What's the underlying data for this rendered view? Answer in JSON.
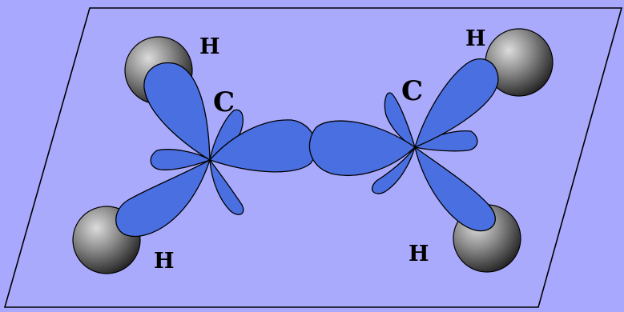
{
  "colors": {
    "background": "#a8a8ff",
    "plane": "#a9a9fb",
    "orbital": "#4a6fe0",
    "orbital_stroke": "#000000",
    "atom_light": "#d8d8d8",
    "atom_dark": "#2a2a2a"
  },
  "labels": {
    "h_top_left": "H",
    "h_top_right": "H",
    "h_bottom_left": "H",
    "h_bottom_right": "H",
    "c_left": "C",
    "c_right": "C"
  }
}
